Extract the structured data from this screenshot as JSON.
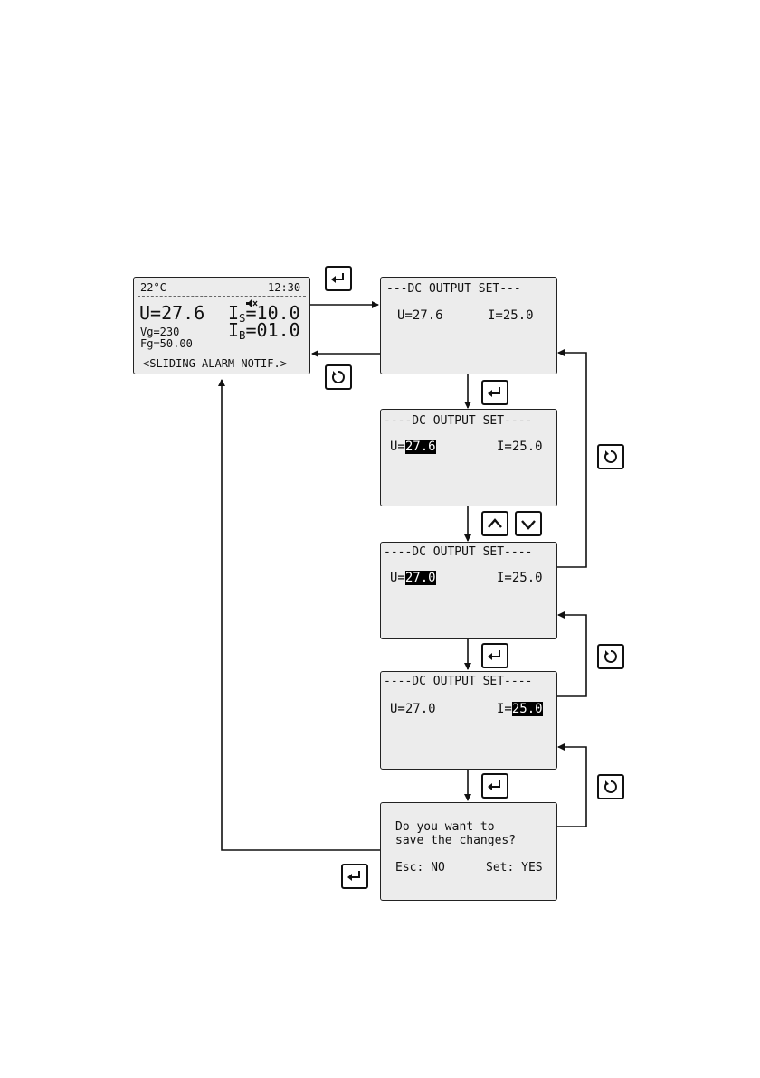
{
  "main_screen": {
    "temperature": "22°C",
    "time": "12:30",
    "voltage": "U=27.6",
    "current_s_prefix": "I",
    "current_s_sub": "S",
    "current_s_value": "=10.0",
    "vg": "Vg=230",
    "current_b_prefix": "I",
    "current_b_sub": "B",
    "current_b_value": "=01.0",
    "fg": "Fg=50.00",
    "alarm": "<SLIDING ALARM NOTIF.>"
  },
  "screens": [
    {
      "title": "---DC OUTPUT SET---",
      "u_label": "U=",
      "u_value": "27.6",
      "i_label": "I=",
      "i_value": "25.0",
      "highlight": "none"
    },
    {
      "title": "----DC OUTPUT SET----",
      "u_label": "U=",
      "u_value": "27.6",
      "i_label": "I=",
      "i_value": "25.0",
      "highlight": "u"
    },
    {
      "title": "----DC OUTPUT SET----",
      "u_label": "U=",
      "u_value": "27.0",
      "i_label": "I=",
      "i_value": "25.0",
      "highlight": "u"
    },
    {
      "title": "----DC OUTPUT SET----",
      "u_label": "U=",
      "u_value": "27.0",
      "i_label": "I=",
      "i_value": "25.0",
      "highlight": "i"
    }
  ],
  "save_dialog": {
    "line1": "Do you want to",
    "line2": "save the changes?",
    "esc": "Esc: NO",
    "set": "Set: YES"
  },
  "buttons": {
    "enter_icon": "enter-icon",
    "escape_icon": "escape-icon",
    "up_icon": "chevron-up-icon",
    "down_icon": "chevron-down-icon"
  }
}
